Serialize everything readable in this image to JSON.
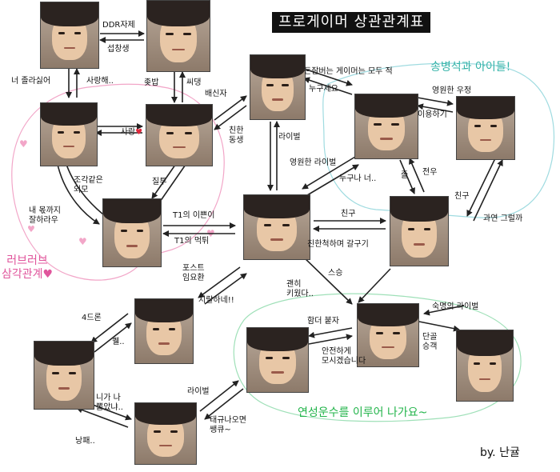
{
  "title": "프로게이머 상관관계표",
  "group_labels": {
    "song": "송병석과 아이들!",
    "love": "러브러브\n삼각관계♥",
    "yeon": "연성운수를 이루어 나가요~"
  },
  "byline": "by. 난귤",
  "colors": {
    "arrow": "#222222",
    "song_group": "#34b3a8",
    "love_group": "#e0559c",
    "yeon_group": "#22b44a",
    "heart": "#e0283c"
  },
  "labels": {
    "ddr": "DDR자제",
    "seop": "섭창생",
    "jolla": "너 졸라싫어",
    "saranghae": "사랑해..",
    "jotbap": "좆밥",
    "ssidaeng": "씨댕",
    "sarang": "사랑",
    "baesinja": "배신자",
    "chinhan": "친한\n동생",
    "rival1": "라이벌",
    "doljalbeo": "돈잘버는 게이머는 모두 적",
    "nuguseyo": "누구세요",
    "yeongwon1": "영원한 우정",
    "iyong": "이용하기",
    "yeongwon2": "영원한 라이벌",
    "nuguna": "누구나 너..",
    "jol": "졸",
    "jeonu": "전우",
    "chingu1": "친구",
    "gwayeon": "과연 그럴까",
    "jogak": "조각같은\n외모",
    "jiltu": "질투",
    "naemom": "내 몫까지\n잘하라우",
    "t1a": "T1의 이쁜이",
    "t1b": "T1의 먹튀",
    "chingu2": "친구",
    "chinhanchuk": "친한척하며 갈구기",
    "post": "포스트\n임요환",
    "jiral": "지랄하네!!",
    "gwaenhi": "괜히\n키웠다..",
    "seungeung": "스승",
    "sdeuron": "4드론",
    "kwel": "퀠..",
    "hamdeo": "함더 붙자",
    "anjeon": "안전하게\n모시겠습니다",
    "sukmyeong": "숙명의 라이벌",
    "dangol": "단골\n승객",
    "niga": "니가 나\n뽑았냐..",
    "nangpae": "낭패..",
    "rival2": "라이벌",
    "taegyu": "태규나오면\n쌩큐~"
  }
}
